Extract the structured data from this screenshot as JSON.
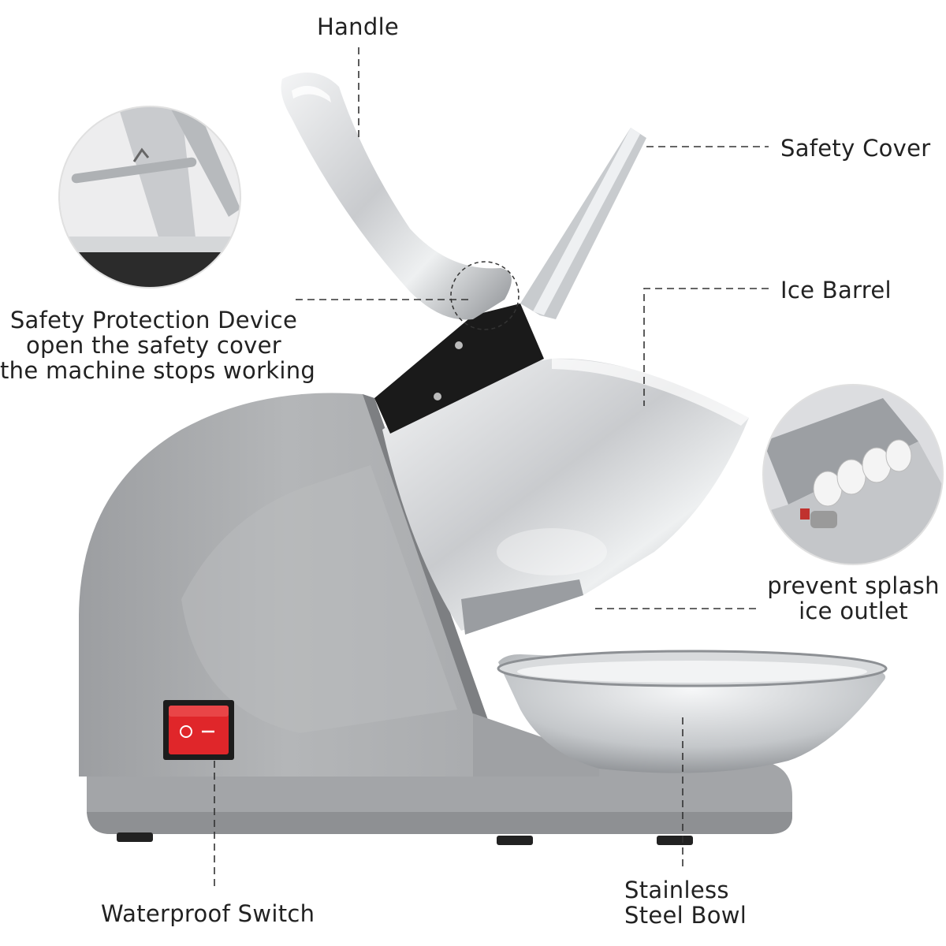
{
  "labels": {
    "handle": "Handle",
    "safety_cover": "Safety Cover",
    "ice_barrel": "Ice Barrel",
    "safety_device": {
      "line1": "Safety Protection Device",
      "line2": "open the safety cover",
      "line3": "the machine stops working"
    },
    "ice_outlet": {
      "line1": "prevent splash",
      "line2": "ice outlet"
    },
    "bowl": {
      "line1": "Stainless",
      "line2": "Steel Bowl"
    },
    "switch": "Waterproof Switch"
  },
  "colors": {
    "body": "#a9abad",
    "body_shadow": "#8e9093",
    "steel_light": "#e6e8ea",
    "steel_dark": "#8f9296",
    "panel_black": "#1a1a1a",
    "switch_red": "#e0262a",
    "leader": "#333333"
  }
}
